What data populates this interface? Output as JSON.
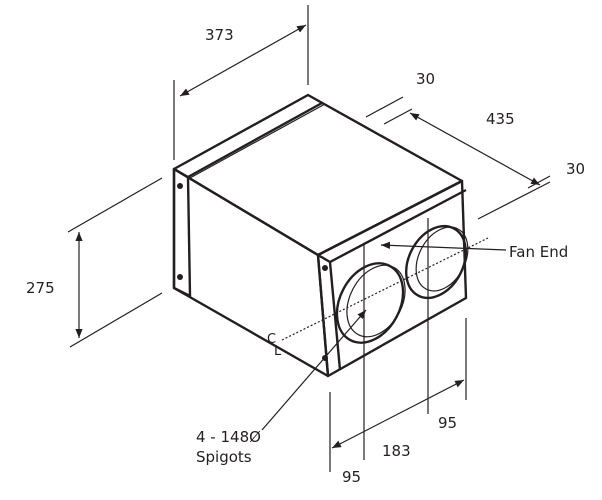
{
  "dimensions": {
    "width": "373",
    "side_inset_top": "30",
    "length": "435",
    "side_inset_right": "30",
    "height": "275",
    "spigot_spacing_right": "95",
    "spigot_span": "183",
    "spigot_spacing_left": "95"
  },
  "labels": {
    "fan_end": "Fan End",
    "spigots_count": "4 - 148Ø",
    "spigots": "Spigots",
    "centerline_c": "C",
    "centerline_l": "L"
  },
  "colors": {
    "ink": "#231f20",
    "face_light": "#ffffff"
  }
}
